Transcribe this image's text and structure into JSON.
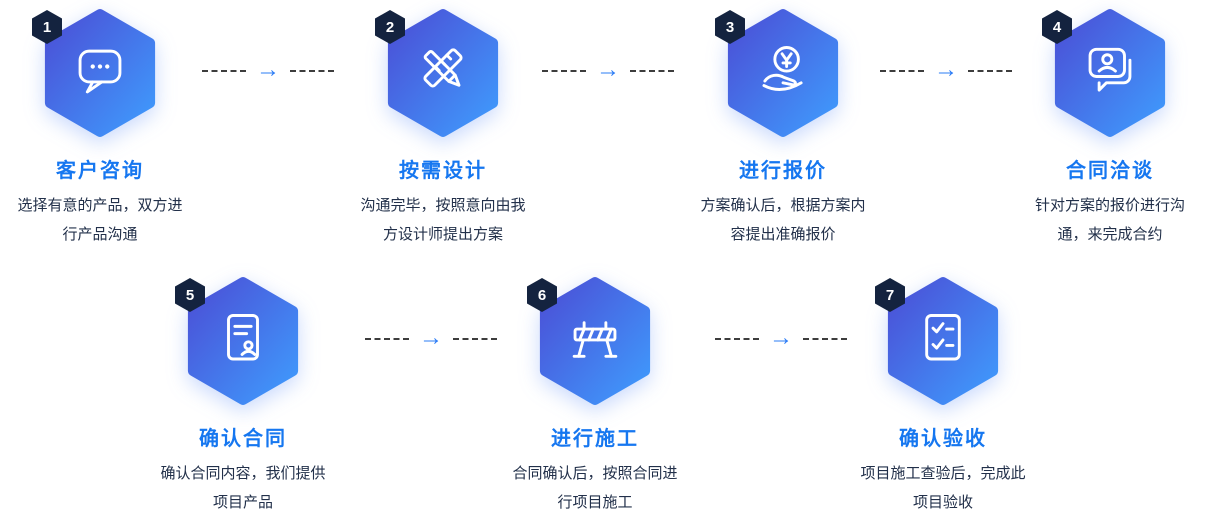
{
  "connectors": {
    "arrow": "→"
  },
  "colors": {
    "hex_gradient_start": "#4b4fd6",
    "hex_gradient_end": "#3f9bfd",
    "badge": "#14233f",
    "title": "#1677f0",
    "description": "#22304a",
    "arrow": "#2b7cf6",
    "dash": "#3d3d3d",
    "background": "#ffffff"
  },
  "icons": [
    "chat-bubble-icon",
    "pencil-ruler-icon",
    "yuan-coin-hand-icon",
    "person-bubble-icon",
    "contract-document-icon",
    "construction-barrier-icon",
    "checklist-document-icon"
  ],
  "steps": [
    {
      "number": "1",
      "title": "客户咨询",
      "desc1": "选择有意的产品，双方进",
      "desc2": "行产品沟通"
    },
    {
      "number": "2",
      "title": "按需设计",
      "desc1": "沟通完毕，按照意向由我",
      "desc2": "方设计师提出方案"
    },
    {
      "number": "3",
      "title": "进行报价",
      "desc1": "方案确认后，根据方案内",
      "desc2": "容提出准确报价"
    },
    {
      "number": "4",
      "title": "合同洽谈",
      "desc1": "针对方案的报价进行沟",
      "desc2": "通，来完成合约"
    },
    {
      "number": "5",
      "title": "确认合同",
      "desc1": "确认合同内容，我们提供",
      "desc2": "项目产品"
    },
    {
      "number": "6",
      "title": "进行施工",
      "desc1": "合同确认后，按照合同进",
      "desc2": "行项目施工"
    },
    {
      "number": "7",
      "title": "确认验收",
      "desc1": "项目施工查验后，完成此",
      "desc2": "项目验收"
    }
  ]
}
